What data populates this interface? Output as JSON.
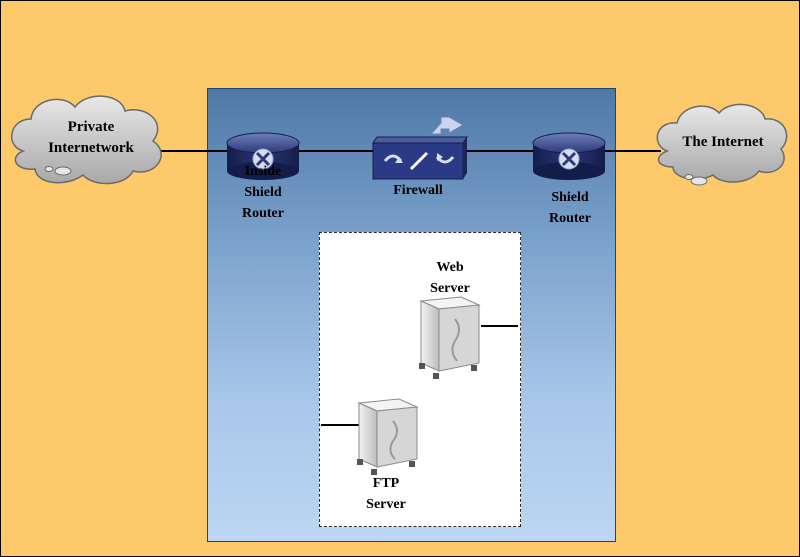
{
  "nodes": {
    "private_internetwork": {
      "lines": [
        "Private",
        "Internetwork"
      ]
    },
    "the_internet": {
      "lines": [
        "The Internet"
      ]
    },
    "inside_shield_router": {
      "lines": [
        "Inside",
        "Shield",
        "Router"
      ]
    },
    "firewall": {
      "lines": [
        "Firewall"
      ]
    },
    "shield_router": {
      "lines": [
        "Shield",
        "Router"
      ]
    },
    "web_server": {
      "lines": [
        "Web",
        "Server"
      ]
    },
    "ftp_server": {
      "lines": [
        "FTP",
        "Server"
      ]
    }
  },
  "colors": {
    "background": "#fdc96a",
    "dmz_panel": "#7da3cd",
    "router_body": "#1f2d66",
    "cloud": "#bdbdbd",
    "server": "#d9d9d9"
  },
  "icons": {
    "router": "router-icon",
    "firewall": "firewall-icon",
    "server": "server-icon",
    "cloud": "cloud-icon"
  }
}
